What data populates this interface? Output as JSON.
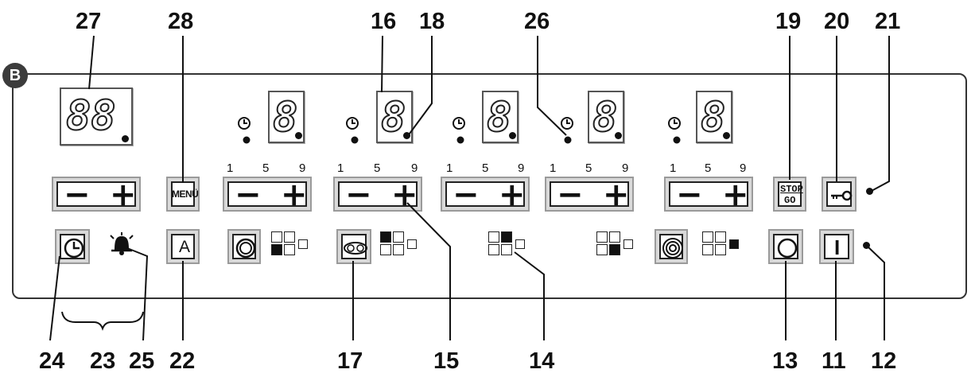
{
  "panel_badge": "B",
  "callouts": {
    "n27": "27",
    "n28": "28",
    "n16": "16",
    "n18": "18",
    "n26": "26",
    "n19": "19",
    "n20": "20",
    "n21": "21",
    "n24": "24",
    "n23": "23",
    "n25": "25",
    "n22": "22",
    "n17": "17",
    "n15": "15",
    "n14": "14",
    "n13": "13",
    "n11": "11",
    "n12": "12"
  },
  "timer_display": "88",
  "zone_displays": [
    "8",
    "8",
    "8",
    "8",
    "8"
  ],
  "power_scale": [
    "1",
    "5",
    "9"
  ],
  "button_labels": {
    "minus": "−",
    "plus": "+",
    "menu": "MENÜ",
    "auto": "A",
    "stop": "STOP",
    "go": "GO",
    "on": "I"
  },
  "icons": [
    "clock-icon",
    "bell-icon",
    "key-lock-icon",
    "single-ring-icon",
    "double-ring-icon",
    "triple-ring-icon",
    "off-circle-icon",
    "zone-indicator-icon"
  ]
}
